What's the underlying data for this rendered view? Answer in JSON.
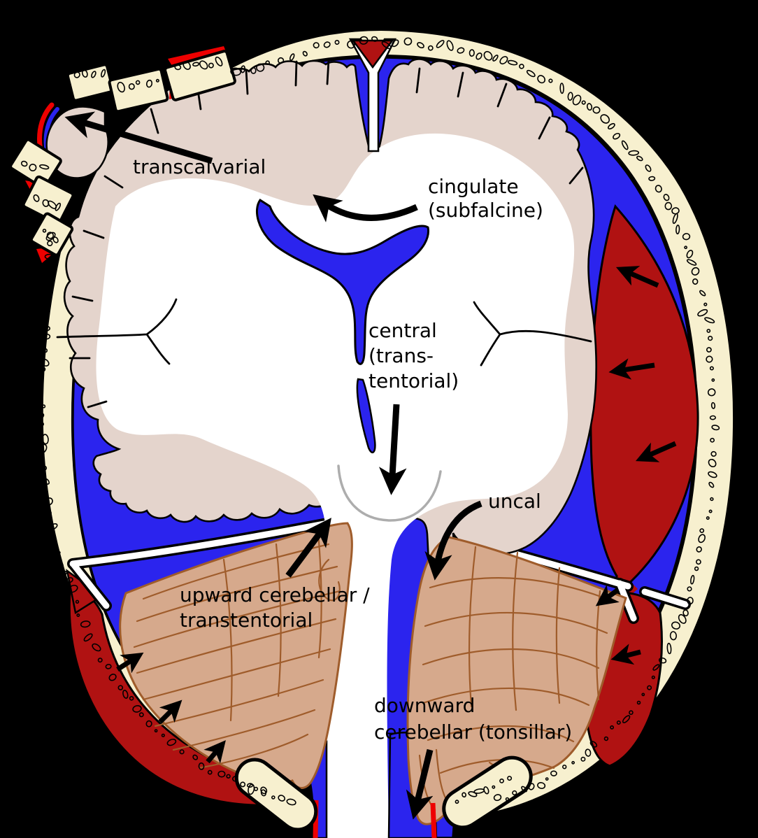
{
  "labels": {
    "transcalvarial": "transcalvarial",
    "cingulate": [
      "cingulate",
      "(subfalcine)"
    ],
    "central": [
      "central",
      "(trans-",
      "tentorial)"
    ],
    "uncal": "uncal",
    "upward": [
      "upward cerebellar /",
      "transtentorial"
    ],
    "downward": [
      "downward",
      "cerebellar (tonsillar)"
    ]
  },
  "colors": {
    "background": "#000000",
    "skull_bone": "#f7f0cf",
    "csf": "#2b24ee",
    "cortex": "#e4d4cc",
    "white_matter": "#ffffff",
    "hematoma": "#b01212",
    "fresh_blood": "#ee0000",
    "cerebellum": "#d6a98c",
    "cerebellum_outline": "#9f5c2b",
    "dura_tentorium": "#ffffff",
    "tentorial_notch_line": "#adadad",
    "label_text": "#000000"
  }
}
